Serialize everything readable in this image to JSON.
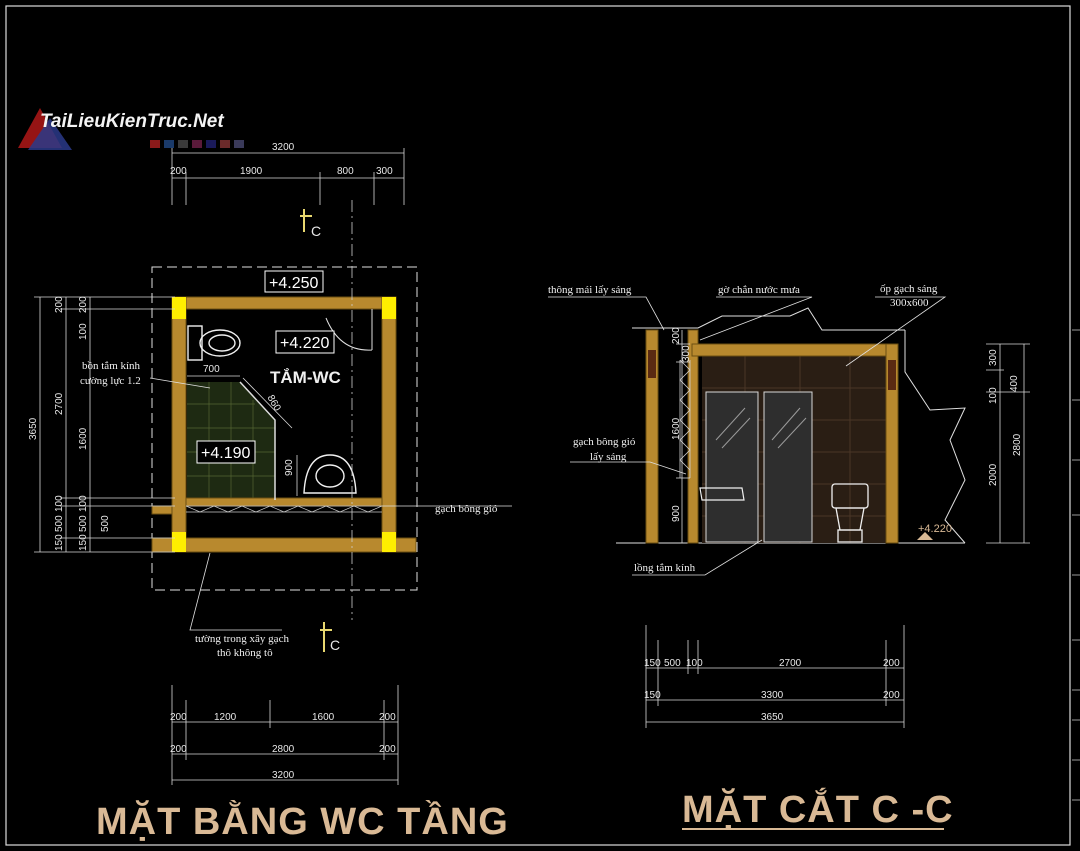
{
  "watermark": {
    "text": "TaiLieuKienTruc.Net"
  },
  "plan": {
    "title": "MẶT BẰNG WC TẦNG",
    "room_label": "TẮM-WC",
    "levels": [
      "+4.250",
      "+4.220",
      "+4.190"
    ],
    "section_mark": "C",
    "top_dims": {
      "total": "3200",
      "parts": [
        "200",
        "1900",
        "800",
        "300"
      ]
    },
    "bottom_dims": {
      "row1": [
        "200",
        "1200",
        "1600",
        "200"
      ],
      "row2": [
        "200",
        "2800",
        "200"
      ],
      "total": "3200"
    },
    "left_dims": {
      "outer": "3650",
      "mid": [
        "2700",
        "500"
      ],
      "inner": [
        "200",
        "100",
        "1600",
        "100",
        "500",
        "150"
      ],
      "inner2": [
        "200",
        "100",
        "100",
        "500",
        "150"
      ]
    },
    "inner_dims": [
      "700",
      "860",
      "900"
    ],
    "notes": {
      "shower": [
        "bồn tắm kính",
        "cường lực 1.2"
      ],
      "vent": "gạch bông gió",
      "wall": [
        "tường trong xây gạch",
        "thô không tô"
      ]
    }
  },
  "section": {
    "title": "MẶT CẮT C -C",
    "level": "+4.220",
    "notes": {
      "skylight": "thông mái lấy sáng",
      "rain_guard": "gờ chắn nước mưa",
      "tile": [
        "ốp gạch sáng",
        "300x600"
      ],
      "vent": [
        "gạch bông gió",
        "lấy sáng"
      ],
      "glass": "lồng tắm kính"
    },
    "left_dims": [
      "200",
      "300",
      "1600",
      "900"
    ],
    "right_dims_inner": [
      "300",
      "100",
      "2000"
    ],
    "right_dims_outer": [
      "400",
      "2800"
    ],
    "bottom_dims": {
      "row1": [
        "150",
        "500",
        "100",
        "2700",
        "200"
      ],
      "row2": [
        "150",
        "3300",
        "200"
      ],
      "total": "3650"
    }
  },
  "colors": {
    "background": "#000000",
    "wall": "#b8892e",
    "column": "#ffee00",
    "dim": "#e8e8e8",
    "title": "#d9b995",
    "tile": "#3a2a1a"
  }
}
